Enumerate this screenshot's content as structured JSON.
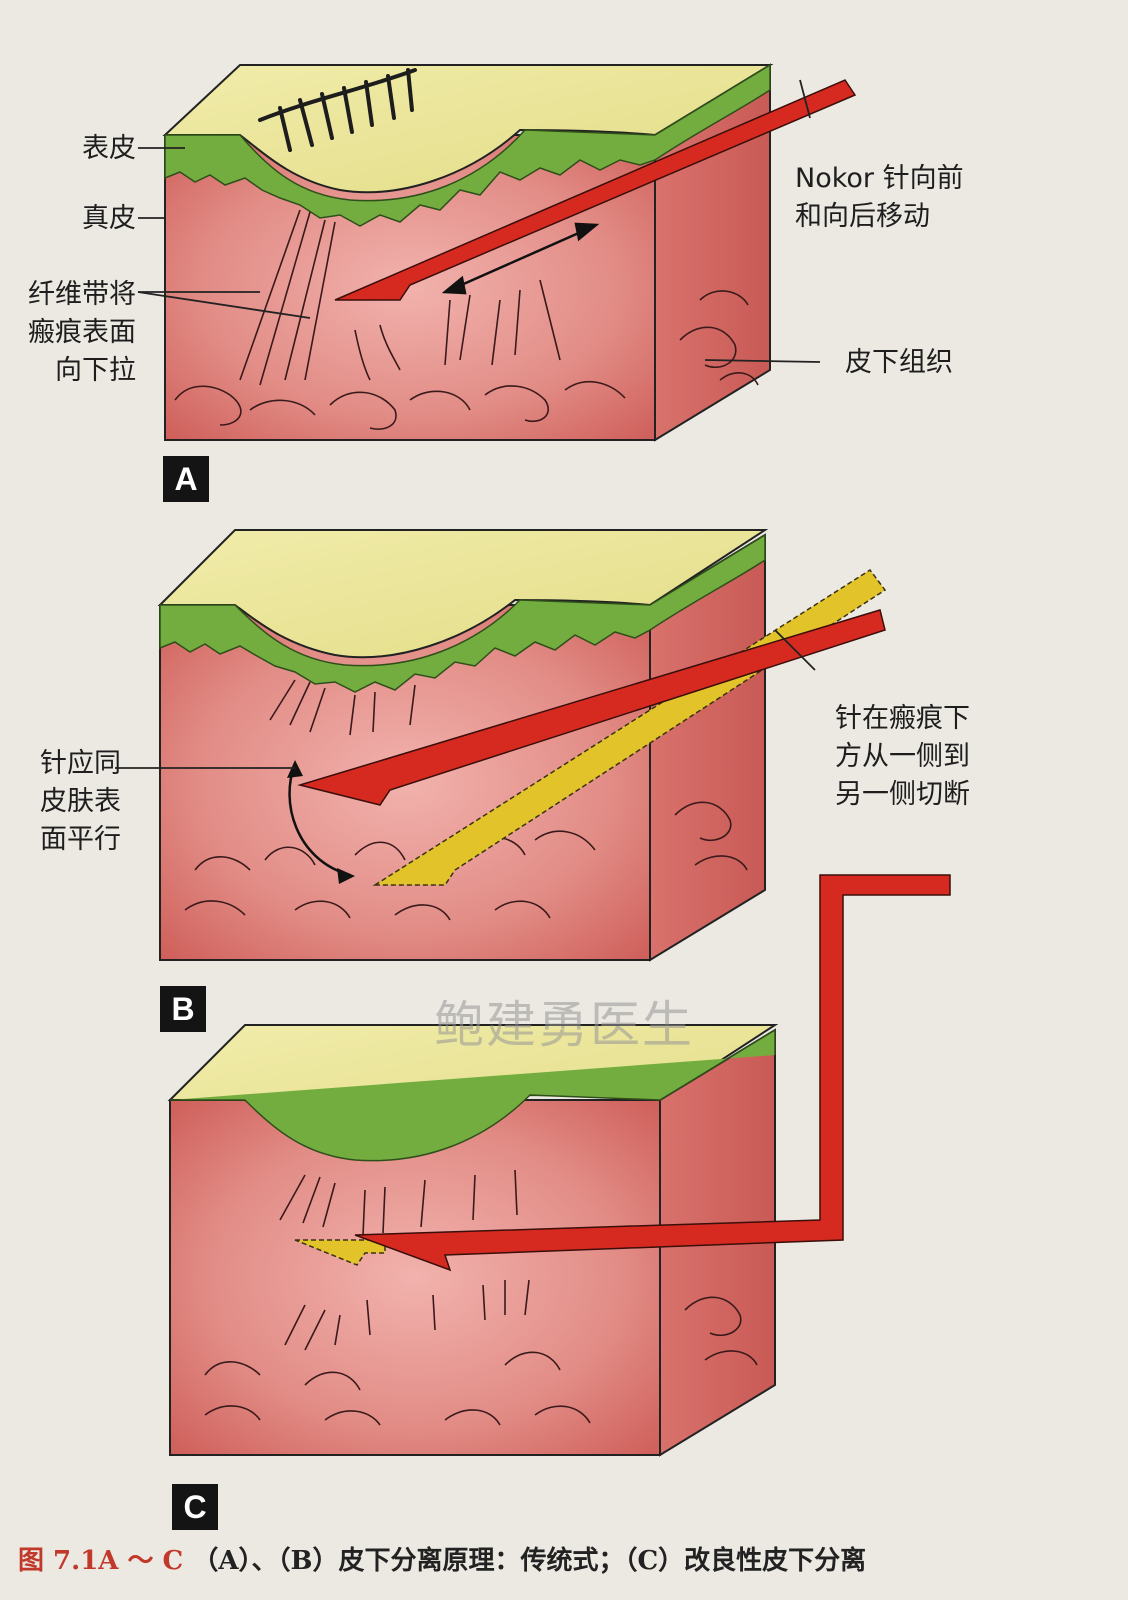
{
  "panels": {
    "a": {
      "letter": "A",
      "labels": {
        "epidermis": "表皮",
        "dermis": "真皮",
        "fibrous_bands": [
          "纤维带将",
          "瘢痕表面",
          "向下拉"
        ],
        "needle_motion": [
          "Nokor 针向前",
          "和向后移动"
        ],
        "subcutaneous": "皮下组织"
      }
    },
    "b": {
      "letter": "B",
      "labels": {
        "needle_parallel": [
          "针应同",
          "皮肤表",
          "面平行"
        ],
        "needle_cut": [
          "针在瘢痕下",
          "方从一侧到",
          "另一侧切断"
        ]
      }
    },
    "c": {
      "letter": "C"
    }
  },
  "watermark": "鲍建勇医生",
  "caption": {
    "figure_number": "图 7.1A ～ C",
    "text": "（A）、（B）皮下分离原理：传统式；（C）改良性皮下分离"
  },
  "colors": {
    "epidermis": "#6fa93a",
    "dermis": "#d96b6b",
    "surface": "#ece79a",
    "needle_red": "#d62a20",
    "needle_yellow": "#e2c32a",
    "label_box": "#141414"
  }
}
